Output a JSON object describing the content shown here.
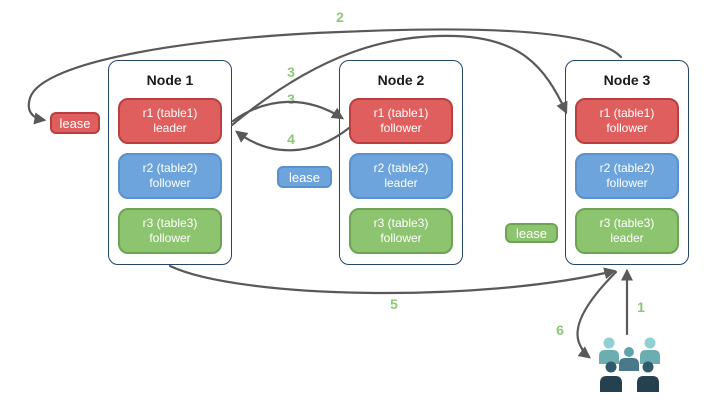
{
  "nodes": [
    {
      "title": "Node 1",
      "replicas": [
        {
          "label": "r1 (table1)",
          "role": "leader",
          "color": "red"
        },
        {
          "label": "r2 (table2)",
          "role": "follower",
          "color": "blue"
        },
        {
          "label": "r3 (table3)",
          "role": "follower",
          "color": "green"
        }
      ]
    },
    {
      "title": "Node 2",
      "replicas": [
        {
          "label": "r1 (table1)",
          "role": "follower",
          "color": "red"
        },
        {
          "label": "r2 (table2)",
          "role": "leader",
          "color": "blue"
        },
        {
          "label": "r3 (table3)",
          "role": "follower",
          "color": "green"
        }
      ]
    },
    {
      "title": "Node 3",
      "replicas": [
        {
          "label": "r1 (table1)",
          "role": "follower",
          "color": "red"
        },
        {
          "label": "r2 (table2)",
          "role": "follower",
          "color": "blue"
        },
        {
          "label": "r3 (table3)",
          "role": "leader",
          "color": "green"
        }
      ]
    }
  ],
  "leases": {
    "red": {
      "label": "lease"
    },
    "blue": {
      "label": "lease"
    },
    "green": {
      "label": "lease"
    }
  },
  "steps": {
    "s1": "1",
    "s2": "2",
    "s3a": "3",
    "s3b": "3",
    "s4": "4",
    "s5": "5",
    "s6": "6"
  },
  "edges": [
    {
      "step": "1",
      "from": "clients",
      "to": "node3-r3-leader"
    },
    {
      "step": "2",
      "from": "node3-top",
      "to": "lease-red-near-node1"
    },
    {
      "step": "3",
      "from": "node1-r1-leader",
      "to": "node2-r1-follower"
    },
    {
      "step": "3",
      "from": "node1-r1-leader",
      "to": "node3-r1-follower"
    },
    {
      "step": "4",
      "from": "node2-r1-follower",
      "to": "node1-r1-leader"
    },
    {
      "step": "5",
      "from": "node1-bottom",
      "to": "node3-r3-leader"
    },
    {
      "step": "6",
      "from": "node3-r3-leader",
      "to": "clients"
    }
  ],
  "icons": {
    "clients": "people-group-icon"
  },
  "colors": {
    "red-fill": "#df5f5f",
    "red-border": "#bc3f3f",
    "blue-fill": "#6ea4dc",
    "blue-border": "#5a90cc",
    "green-fill": "#8dc46f",
    "green-border": "#6da352",
    "node-border": "#24466b",
    "arrow": "#595959",
    "step-label": "#8cc87a",
    "people-light": "#8fd0d2",
    "people-mid": "#6cadb2",
    "people-midhead": "#5fa3ab",
    "people-slate": "#4a7a8a",
    "people-dark": "#2e5a6b",
    "people-darker": "#25414f"
  }
}
